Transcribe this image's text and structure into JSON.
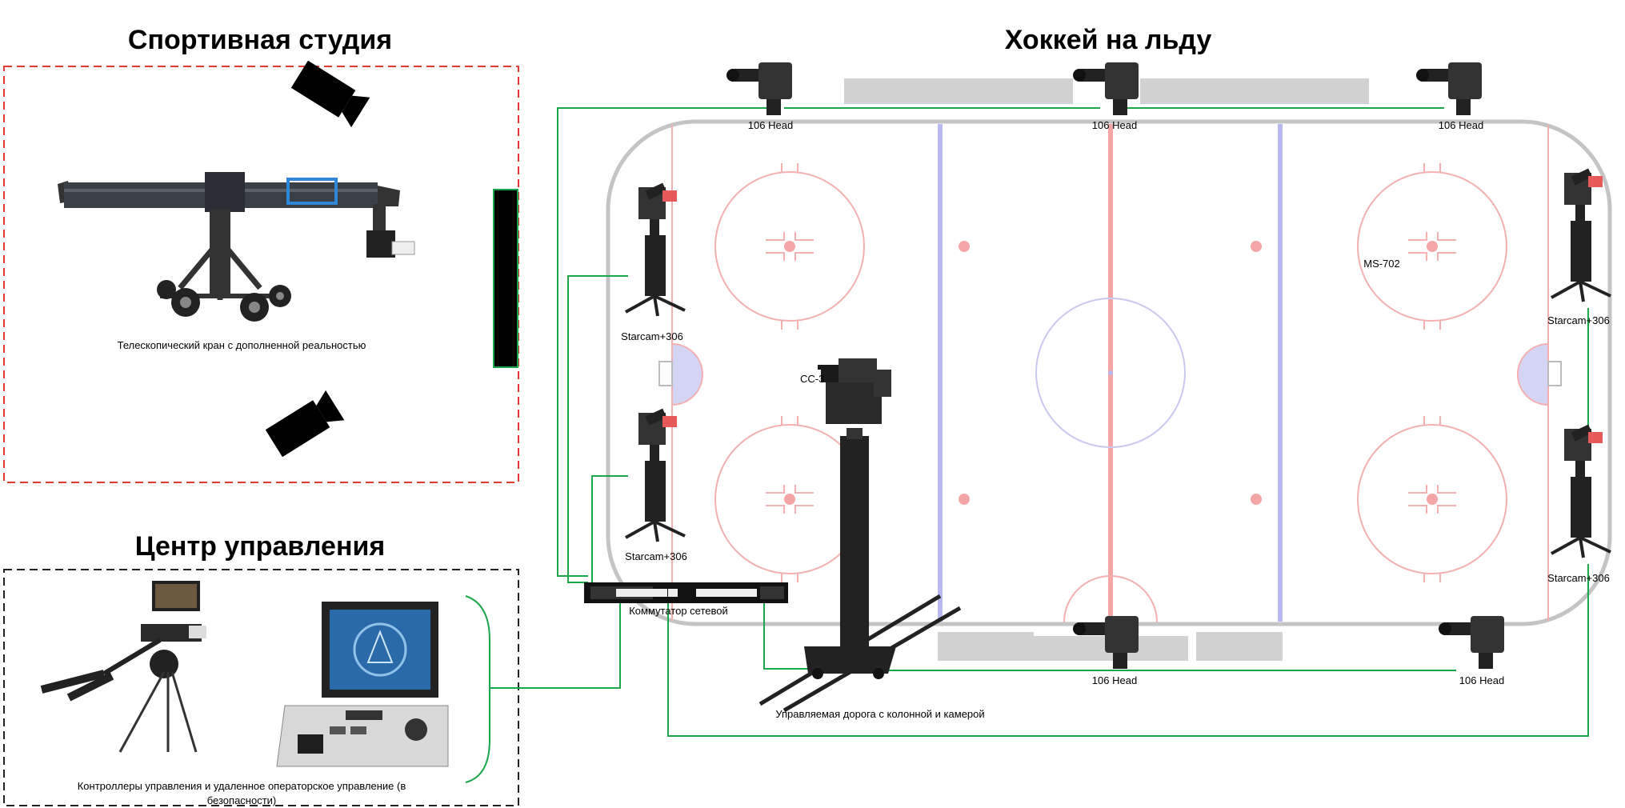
{
  "titles": {
    "studio": "Спортивная студия",
    "hockey": "Хоккей на льду",
    "control": "Центр управления"
  },
  "labels": {
    "crane": "Телескопический кран с дополненной реальностью",
    "head_top_left": "106 Head",
    "head_top_center": "106 Head",
    "head_top_right": "106 Head",
    "head_bottom_center": "106 Head",
    "head_bottom_right": "106 Head",
    "starcam_left_top": "Starcam+306",
    "starcam_left_bottom": "Starcam+306",
    "starcam_right_top": "Starcam+306",
    "starcam_right_bottom": "Starcam+306",
    "ms702": "MS-702",
    "cc_column": "CC-3",
    "switch": "Коммутатор сетевой",
    "track": "Управляемая дорога с колонной и камерой",
    "controllers_line1": "Контроллеры управления и удаленное операторское управление (в",
    "controllers_line2": "безопасности)"
  },
  "colors": {
    "studio_border": "#e53935",
    "control_border": "#222222",
    "network_line": "#1aa64a",
    "rink_outline": "#bdbdbd",
    "red_line": "#f4a6a6",
    "blue_line": "#b9b9f2"
  }
}
